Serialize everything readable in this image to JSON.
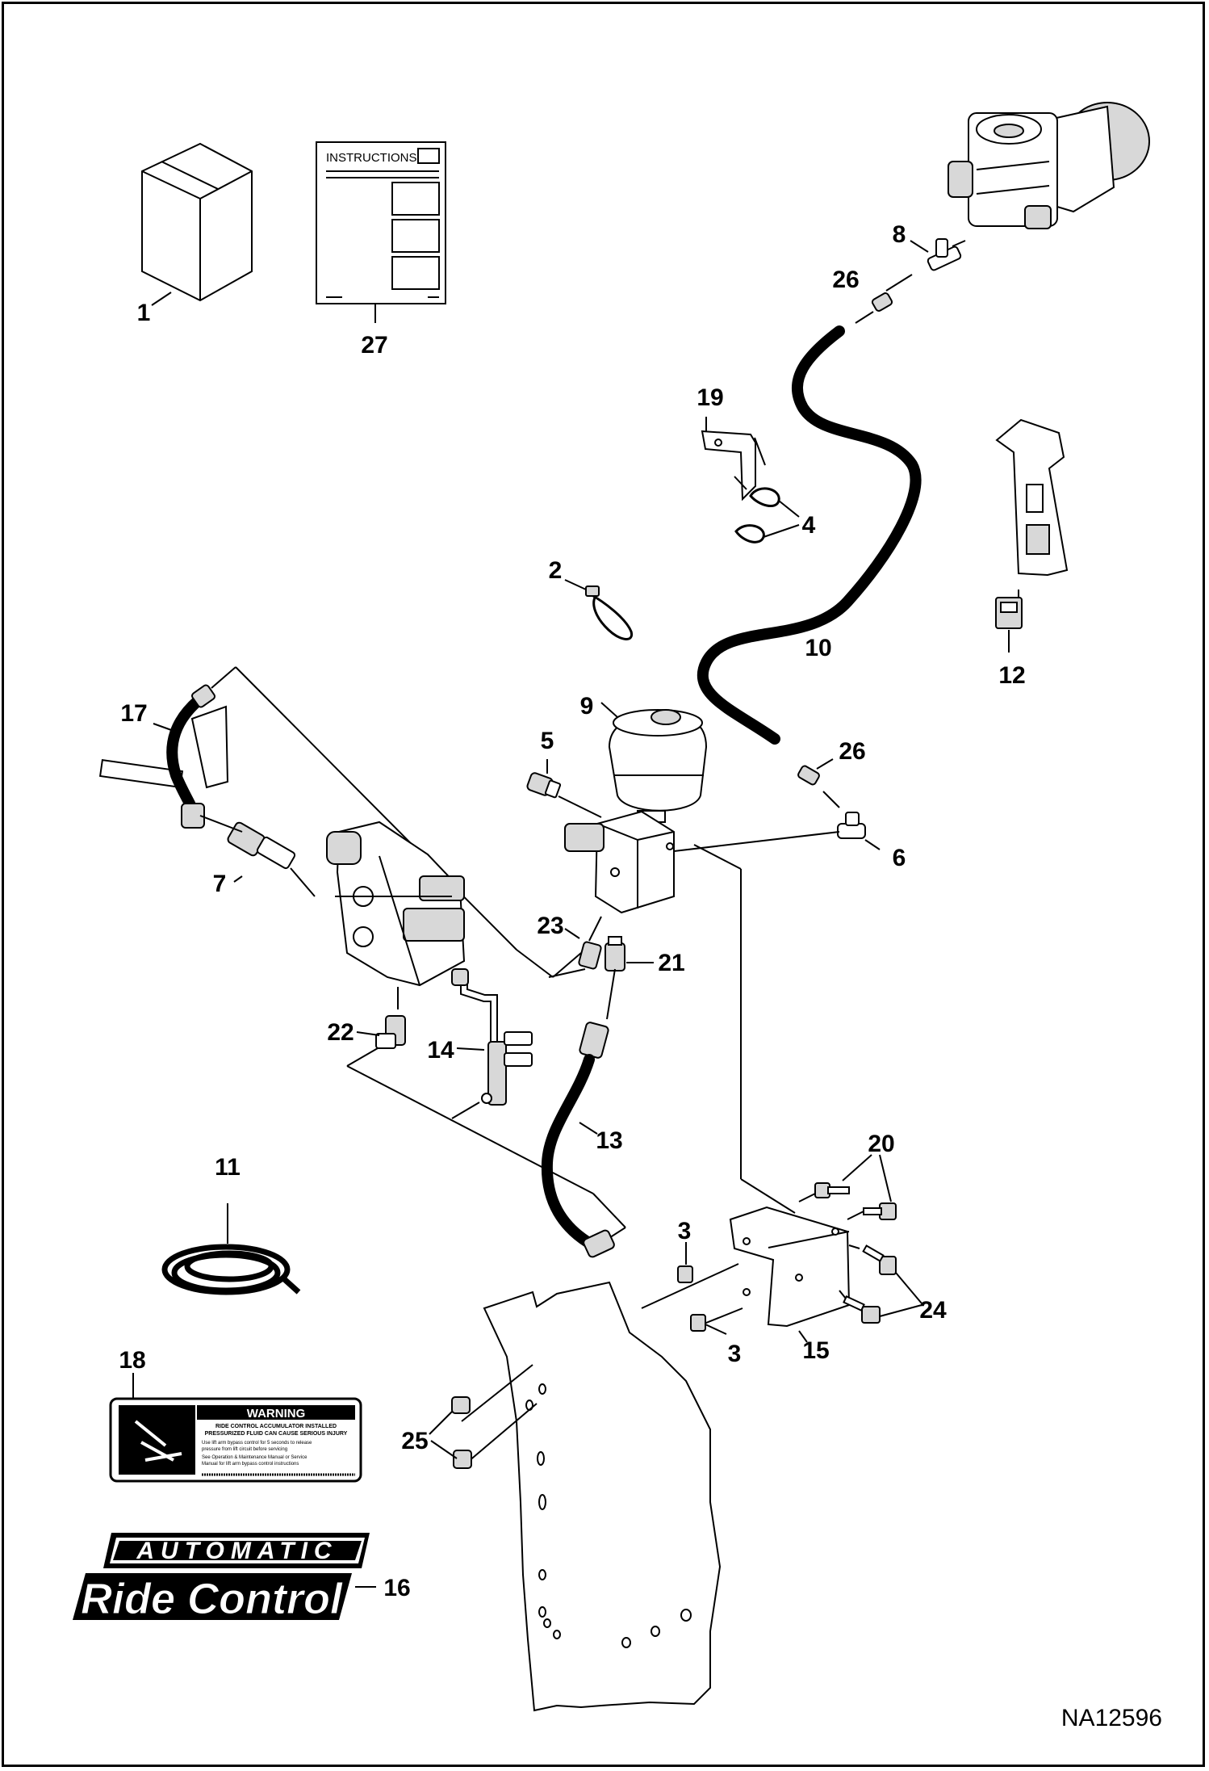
{
  "diagram": {
    "reference": "NA12596",
    "callouts": {
      "c1": "1",
      "c2": "2",
      "c3a": "3",
      "c3b": "3",
      "c4": "4",
      "c5": "5",
      "c6": "6",
      "c7": "7",
      "c8": "8",
      "c9": "9",
      "c10": "10",
      "c11": "11",
      "c12": "12",
      "c13": "13",
      "c14": "14",
      "c15": "15",
      "c16": "16",
      "c17": "17",
      "c18": "18",
      "c19": "19",
      "c20": "20",
      "c21": "21",
      "c22": "22",
      "c23": "23",
      "c24": "24",
      "c25": "25",
      "c26a": "26",
      "c26b": "26",
      "c27": "27"
    },
    "instructions_sheet": {
      "title": "INSTRUCTIONS"
    },
    "warning_decal": {
      "heading": "WARNING",
      "line1": "RIDE CONTROL ACCUMULATOR INSTALLED",
      "line2": "PRESSURIZED FLUID CAN CAUSE SERIOUS INJURY",
      "bullet1a": "Use lift arm bypass control for 5 seconds to release",
      "bullet1b": "pressure from lift circuit before servicing",
      "bullet2a": "See Operation & Maintenance Manual or Service",
      "bullet2b": "Manual for lift arm bypass control instructions"
    },
    "decal_16": {
      "line1": "AUTOMATIC",
      "line2": "Ride Control"
    }
  }
}
